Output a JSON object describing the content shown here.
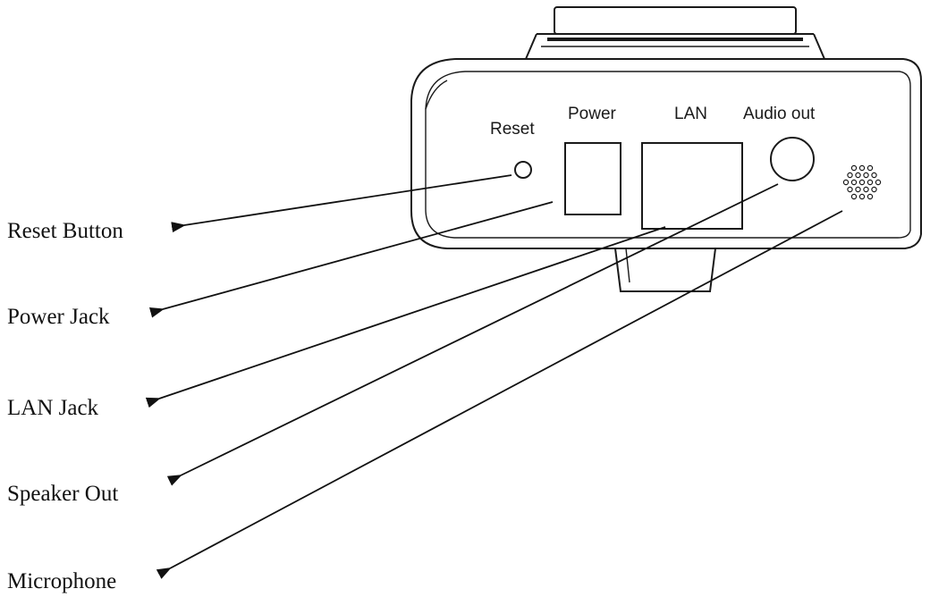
{
  "device": {
    "panel_labels": {
      "reset": "Reset",
      "power": "Power",
      "lan": "LAN",
      "audio_out": "Audio out"
    }
  },
  "callouts": [
    {
      "id": "reset",
      "label": "Reset Button"
    },
    {
      "id": "power",
      "label": "Power Jack"
    },
    {
      "id": "lan",
      "label": "LAN Jack"
    },
    {
      "id": "speaker",
      "label": "Speaker Out"
    },
    {
      "id": "microphone",
      "label": "Microphone"
    }
  ]
}
